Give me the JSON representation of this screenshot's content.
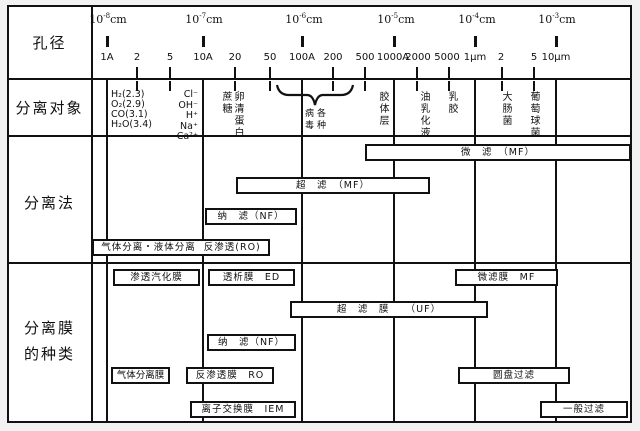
{
  "rows": {
    "pore_size": "孔径",
    "separation_target": "分离对象",
    "separation_method": "分离法",
    "membrane_types_line1": "分离膜",
    "membrane_types_line2": "的种类"
  },
  "scale": {
    "exponents": [
      {
        "base": "10",
        "exp": "-8",
        "unit": "cm"
      },
      {
        "base": "10",
        "exp": "-7",
        "unit": "cm"
      },
      {
        "base": "10",
        "exp": "-6",
        "unit": "cm"
      },
      {
        "base": "10",
        "exp": "-5",
        "unit": "cm"
      },
      {
        "base": "10",
        "exp": "-4",
        "unit": "cm"
      },
      {
        "base": "10",
        "exp": "-3",
        "unit": "cm"
      }
    ],
    "ticks": [
      "1A",
      "2",
      "5",
      "10A",
      "20",
      "50",
      "100A",
      "200",
      "500",
      "1000A",
      "2000",
      "5000",
      "1μm",
      "2",
      "5",
      "10μm"
    ]
  },
  "targets": {
    "gases": [
      "H₂(2.3)",
      "O₂(2.9)",
      "CO(3.1)",
      "H₂O(3.4)"
    ],
    "ions": [
      "Cl⁻",
      "OH⁻",
      "H⁺",
      "Na⁺",
      "Ca²⁺"
    ],
    "sucrose": "蔗糖",
    "albumin": "卵清蛋白",
    "viruses_a": "病毒",
    "viruses_b": "各种",
    "colloid": "胶体层",
    "emulsion": "油乳化液",
    "latex": "乳胶",
    "ecoli": "大肠菌",
    "staph": "葡萄球菌"
  },
  "methods": {
    "mf": "微　滤　（MF）",
    "uf": "超　滤　（MF）",
    "nf": "纳　滤（NF）",
    "ro": "气体分离・液体分离  反渗透(RO)"
  },
  "membranes": {
    "pervaporation": "渗透汽化膜",
    "ed": "透析膜　ED",
    "mf": "微滤膜　MF",
    "uf": "超　滤　膜　　（UF）",
    "nf": "纳　滤（NF）",
    "gas": "气体分离膜",
    "ro": "反渗透膜　RO",
    "disc": "圆盘过滤",
    "iem": "离子交换膜　IEM",
    "general": "一般过滤"
  }
}
